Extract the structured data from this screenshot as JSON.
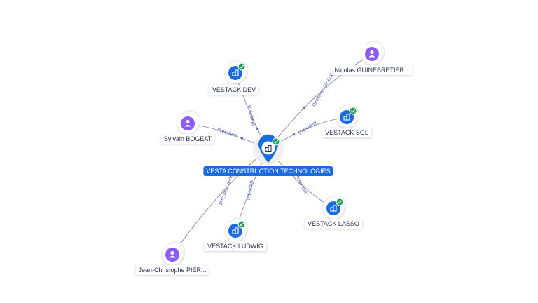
{
  "center": {
    "label": "VESTA CONSTRUCTION TECHNOLOGIES",
    "icon": "building-icon"
  },
  "nodes": [
    {
      "id": "vestack_dev",
      "kind": "company",
      "label": "VESTACK DEV"
    },
    {
      "id": "sylvain",
      "kind": "person",
      "label": "Sylvain BOGEAT"
    },
    {
      "id": "nicolas",
      "kind": "person",
      "label": "Nicolas GUINEBRETIER..."
    },
    {
      "id": "vestack_sgl",
      "kind": "company",
      "label": "VESTACK SGL"
    },
    {
      "id": "vestack_lasso",
      "kind": "company",
      "label": "VESTACK LASSO"
    },
    {
      "id": "vestack_ludwig",
      "kind": "company",
      "label": "VESTACK LUDWIG"
    },
    {
      "id": "jean_christophe",
      "kind": "person",
      "label": "Jean-Christophe PIER..."
    }
  ],
  "edges": [
    {
      "from": "vestack_dev",
      "label": "Président"
    },
    {
      "from": "sylvain",
      "label": "Président"
    },
    {
      "from": "nicolas",
      "label": "Directeur général"
    },
    {
      "from": "vestack_sgl",
      "label": "Président"
    },
    {
      "from": "vestack_lasso",
      "label": "Président"
    },
    {
      "from": "vestack_ludwig",
      "label": "Président"
    },
    {
      "from": "jean_christophe",
      "label": "Directeur général"
    }
  ],
  "colors": {
    "company": "#1a6ae0",
    "person": "#8b5cf6",
    "check": "#1f9d55",
    "edge": "#7a7f95",
    "edge_label": "#5561b4",
    "center_label_bg": "#1a6ae0"
  }
}
